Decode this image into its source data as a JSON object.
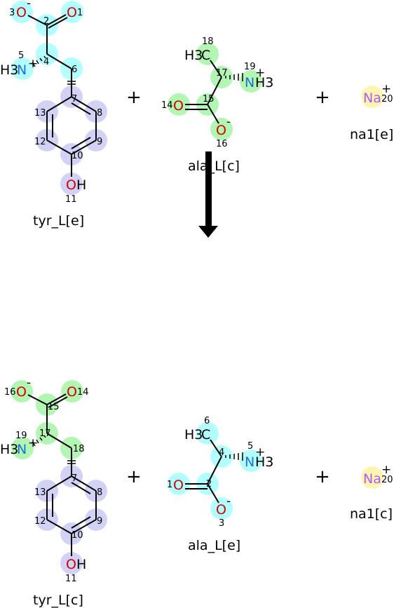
{
  "reaction": {
    "reactants": [
      {
        "id": "tyr_top",
        "name": "tyr_L[e]"
      },
      {
        "id": "ala_top",
        "name": "ala_L[c]"
      },
      {
        "id": "na_top",
        "name": "na1[e]"
      }
    ],
    "products": [
      {
        "id": "tyr_bot",
        "name": "tyr_L[c]"
      },
      {
        "id": "ala_bot",
        "name": "ala_L[e]"
      },
      {
        "id": "na_bot",
        "name": "na1[c]"
      }
    ],
    "plus_sign": "+",
    "atoms": {
      "O": "O",
      "N": "N",
      "H3": "H3",
      "H": "H",
      "C": "C",
      "Na": "Na",
      "minus": "-",
      "plus": "+"
    },
    "tyr_top_numbers": [
      "3",
      "1",
      "2",
      "5",
      "4",
      "6",
      "7",
      "13",
      "8",
      "12",
      "9",
      "10",
      "11"
    ],
    "ala_top_numbers": [
      "18",
      "19",
      "17",
      "14",
      "15",
      "16"
    ],
    "na_top_number": "20",
    "tyr_bot_numbers": [
      "16",
      "14",
      "15",
      "19",
      "17",
      "18",
      "7",
      "13",
      "8",
      "12",
      "9",
      "10",
      "11"
    ],
    "ala_bot_numbers": [
      "6",
      "5",
      "4",
      "1",
      "2",
      "3"
    ],
    "na_bot_number": "20"
  },
  "colors": {
    "cyan": "#b3ffff",
    "green": "#b3f5b3",
    "lavender": "#d2d2f7",
    "yellow": "#fff5b3",
    "oxygen": "#cc0000",
    "nitrogen": "#1f6fd6",
    "sodium": "#ab5cf2"
  }
}
